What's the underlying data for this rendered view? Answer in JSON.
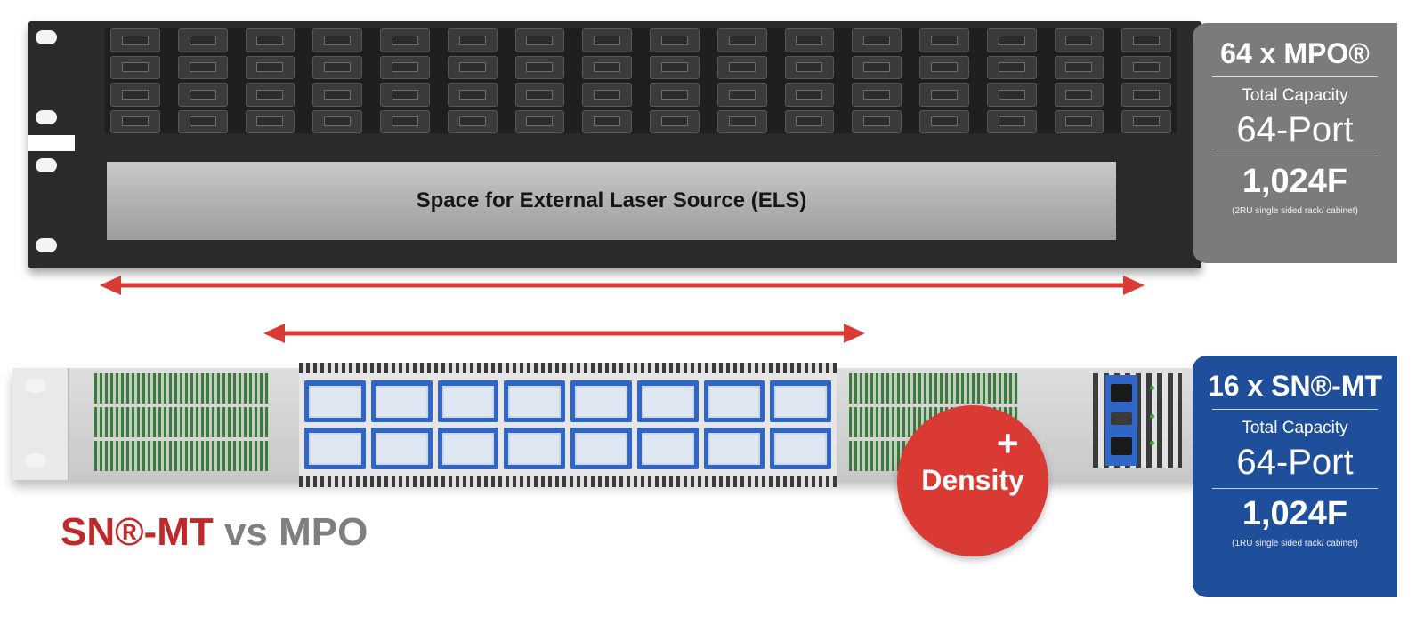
{
  "top_unit": {
    "els_label": "Space for External Laser Source (ELS)",
    "port_rows": 4,
    "port_columns": 16
  },
  "mpo_card": {
    "heading": "64 x MPO®",
    "subtitle": "Total Capacity",
    "ports": "64-Port",
    "fiber_count": "1,024F",
    "note": "(2RU single sided rack/ cabinet)",
    "color": "#7b7b7b"
  },
  "snmt_card": {
    "heading": "16 x SN®-MT",
    "subtitle": "Total Capacity",
    "ports": "64-Port",
    "fiber_count": "1,024F",
    "note": "(1RU single sided rack/ cabinet)",
    "color": "#1f4f9b"
  },
  "bottom_unit": {
    "port_rows": 2,
    "port_columns": 8
  },
  "badge": {
    "plus": "+",
    "label": "Density",
    "color": "#d93a33"
  },
  "headline": {
    "brand": "SN®-MT",
    "rest": " vs MPO"
  },
  "colors": {
    "accent_red": "#d93a33",
    "port_blue": "#2f66c7",
    "rack_dark": "#2a2a2a"
  }
}
